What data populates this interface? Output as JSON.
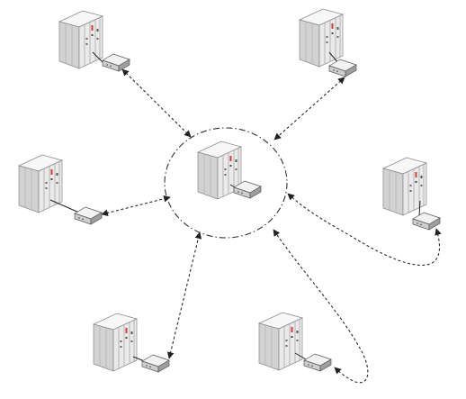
{
  "diagram": {
    "type": "star-network",
    "hub": {
      "icon": "server-rack-with-modem-icon",
      "boundary": "dash-dot-circle"
    },
    "nodes": [
      {
        "id": "node-top-left",
        "icon": "server-rack-with-modem-icon"
      },
      {
        "id": "node-top-right",
        "icon": "server-rack-with-modem-icon"
      },
      {
        "id": "node-left",
        "icon": "server-rack-with-modem-icon"
      },
      {
        "id": "node-right",
        "icon": "server-rack-with-modem-icon"
      },
      {
        "id": "node-bottom-left",
        "icon": "server-rack-with-modem-icon"
      },
      {
        "id": "node-bottom-right",
        "icon": "server-rack-with-modem-icon"
      }
    ],
    "links": [
      {
        "from": "node-top-left",
        "to": "hub",
        "style": "dashed",
        "arrows": "both"
      },
      {
        "from": "node-top-right",
        "to": "hub",
        "style": "dashed",
        "arrows": "both"
      },
      {
        "from": "node-left",
        "to": "hub",
        "style": "dashed",
        "arrows": "both"
      },
      {
        "from": "node-right",
        "to": "hub",
        "style": "dashed-curve",
        "arrows": "both"
      },
      {
        "from": "node-bottom-left",
        "to": "hub",
        "style": "dashed",
        "arrows": "both"
      },
      {
        "from": "node-bottom-right",
        "to": "hub",
        "style": "dashed-curve",
        "arrows": "both"
      }
    ],
    "colors": {
      "rack_front": "#e6e6e6",
      "rack_side": "#bdbdbd",
      "rack_top": "#f4f4f4",
      "indicator_red": "#d33b3b",
      "link": "#2b2b2b"
    }
  }
}
